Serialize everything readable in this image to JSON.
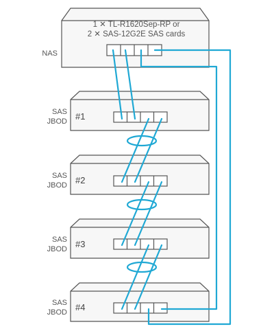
{
  "nas": {
    "label": "NAS",
    "caption_line1": "1 ✕ TL-R1620Sep-RP or",
    "caption_line2": "2 ✕ SAS-12G2E SAS cards"
  },
  "jbods": [
    {
      "label_line1": "SAS",
      "label_line2": "JBOD",
      "id": "#1"
    },
    {
      "label_line1": "SAS",
      "label_line2": "JBOD",
      "id": "#2"
    },
    {
      "label_line1": "SAS",
      "label_line2": "JBOD",
      "id": "#3"
    },
    {
      "label_line1": "SAS",
      "label_line2": "JBOD",
      "id": "#4"
    }
  ],
  "colors": {
    "cable": "#1fa8d4",
    "box_fill": "#f7f7f7",
    "box_stroke": "#555555",
    "text": "#555555"
  }
}
